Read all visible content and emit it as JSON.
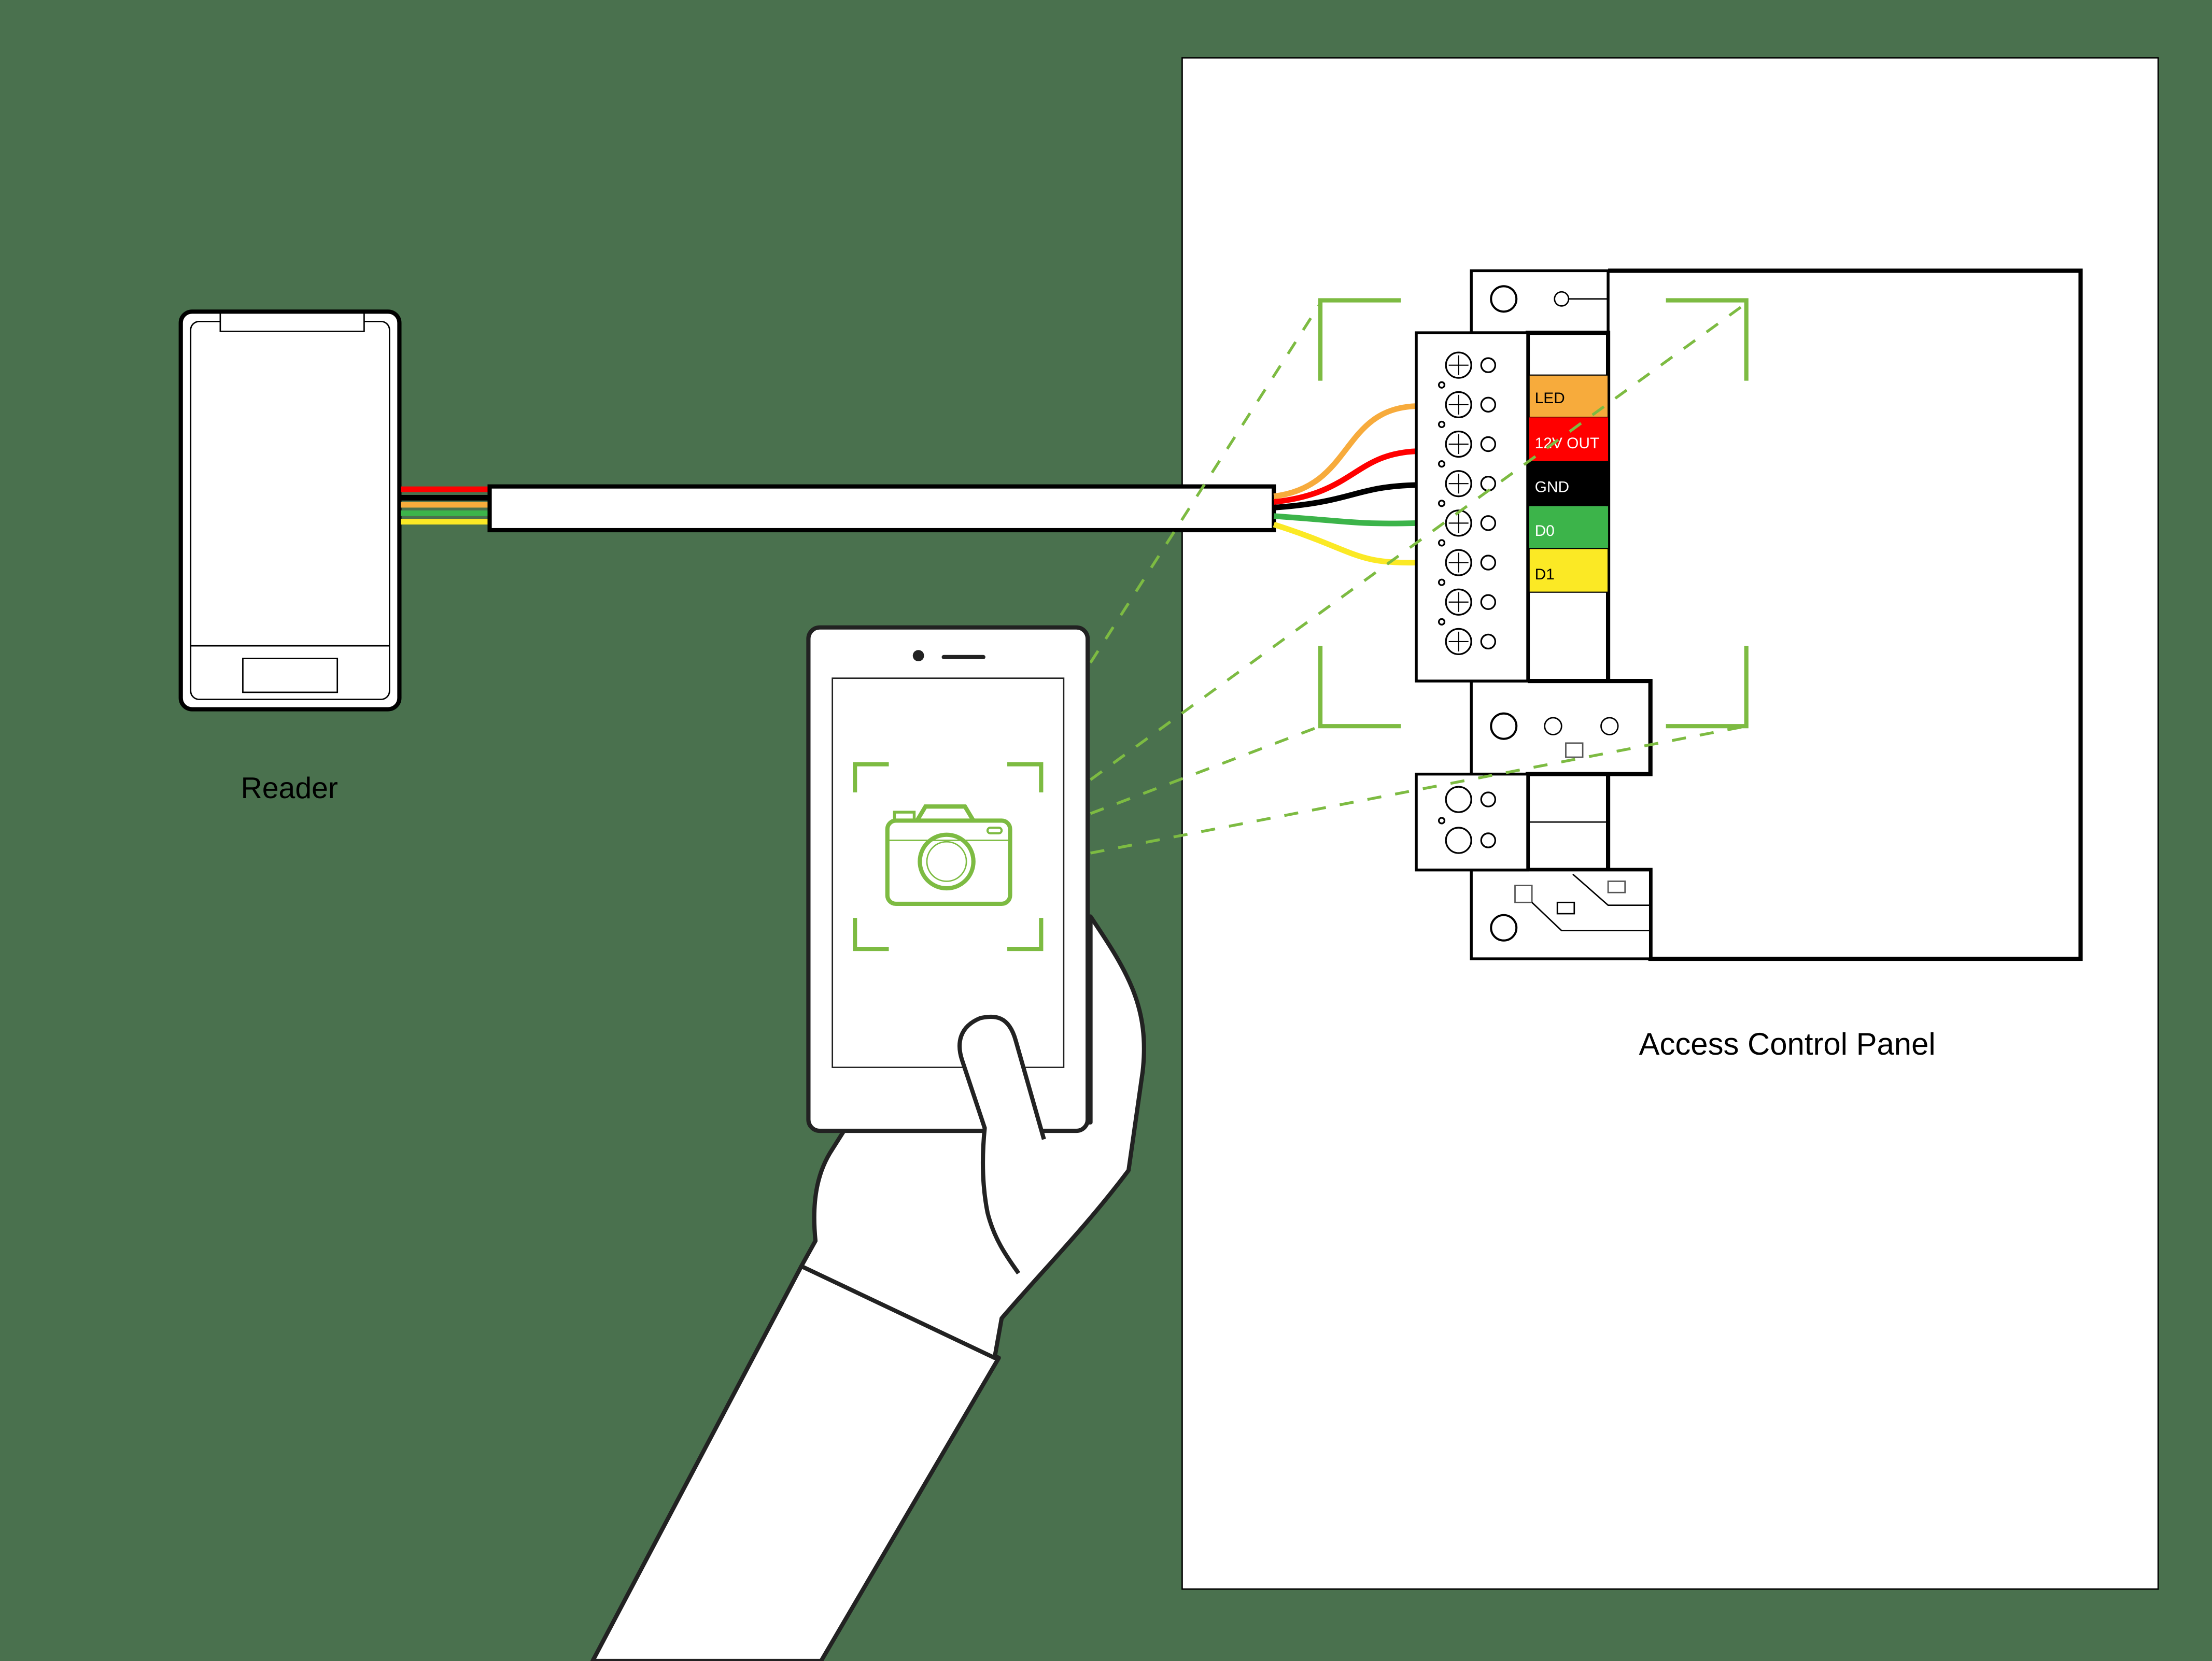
{
  "colors": {
    "background": "#4a714e",
    "accent_green": "#7dbb42",
    "wire_led": "#f7ab3c",
    "wire_12v": "#ff0000",
    "wire_gnd": "#000000",
    "wire_d0": "#3cb44a",
    "wire_d1": "#fbe925"
  },
  "reader": {
    "label": "Reader",
    "wires": [
      "red",
      "black",
      "orange",
      "green",
      "yellow"
    ]
  },
  "panel": {
    "label": "Access Control Panel",
    "terminals": [
      {
        "label": "LED",
        "color": "#f7ab3c",
        "text_color": "#000000"
      },
      {
        "label": "12V OUT",
        "color": "#ff0000",
        "text_color": "#ffffff"
      },
      {
        "label": "GND",
        "color": "#000000",
        "text_color": "#ffffff"
      },
      {
        "label": "D0",
        "color": "#3cb44a",
        "text_color": "#ffffff"
      },
      {
        "label": "D1",
        "color": "#fbe925",
        "text_color": "#000000"
      }
    ]
  },
  "phone": {
    "screen_icon": "camera-icon",
    "viewfinder": "scan-frame-icon"
  }
}
